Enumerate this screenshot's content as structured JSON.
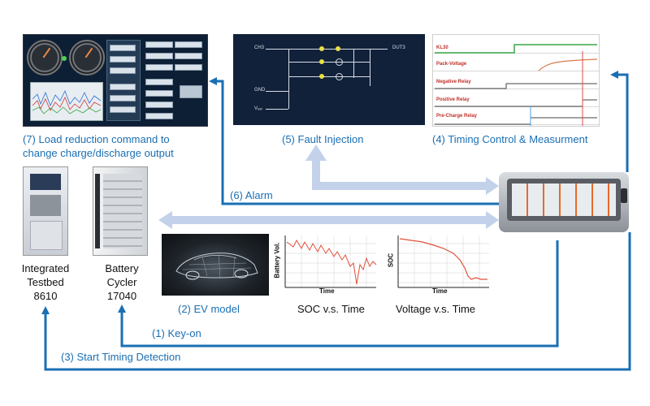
{
  "labels": {
    "load_reduction": "(7) Load reduction command to change charge/discharge output",
    "load_reduction_line1": "(7) Load reduction command to",
    "load_reduction_line2": "change charge/discharge output",
    "fault_injection": "(5) Fault Injection",
    "timing_control": "(4) Timing Control & Measurment",
    "alarm": "(6) Alarm",
    "key_on": "(1) Key-on",
    "start_timing": "(3) Start  Timing Detection",
    "ev_model": "(2) EV model",
    "soc_time": "SOC v.s. Time",
    "voltage_time": "Voltage v.s. Time"
  },
  "equipment": {
    "testbed_line1": "Integrated",
    "testbed_line2": "Testbed",
    "testbed_line3": "8610",
    "cycler_line1": "Battery",
    "cycler_line2": "Cycler",
    "cycler_line3": "17040"
  },
  "fault_panel": {
    "ch3": "CH3",
    "dut3": "DUT3",
    "gnd": "GND",
    "vbat": "Vₑₐₜ"
  },
  "timing_panel": {
    "signals": [
      "KL30",
      "Pack-Voltage",
      "Negative Relay",
      "Positive Relay",
      "Pre-Charge Relay"
    ]
  },
  "plots": {
    "battery_vol": {
      "ylabel": "Battery Vol.",
      "xlabel": "Time"
    },
    "soc": {
      "ylabel": "SOC",
      "xlabel": "Time"
    }
  },
  "colors": {
    "arrow_light": "#c3d2ea",
    "arrow_dark": "#1a6fb3",
    "label_blue": "#1a6fb3",
    "signal_red": "#c0302a"
  }
}
